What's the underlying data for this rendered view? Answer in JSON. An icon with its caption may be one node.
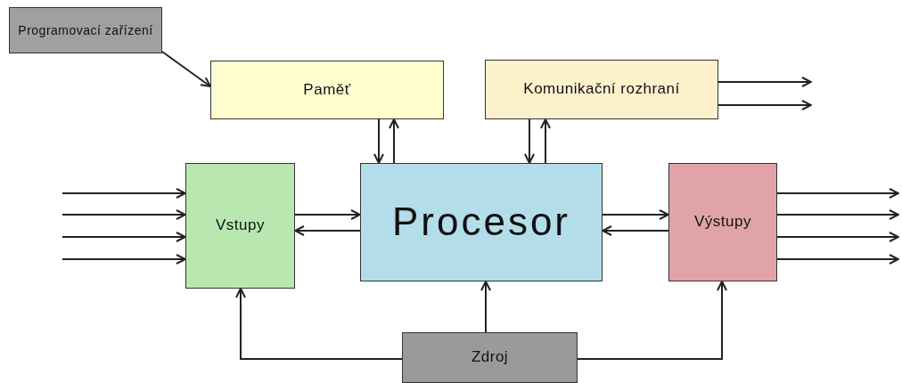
{
  "diagram": {
    "nodes": [
      {
        "text": [
          "Programovací zařízení"
        ]
      },
      {
        "text": [
          "Paměť"
        ]
      },
      {
        "text": [
          "Komunikační rozhraní"
        ]
      },
      {
        "text": [
          "Vstupy"
        ]
      },
      {
        "text": [
          "Procesor"
        ]
      },
      {
        "text": [
          "Výstupy"
        ]
      },
      {
        "text": [
          "Zdroj"
        ]
      }
    ],
    "edges": [
      {
        "from": 0,
        "to": 1,
        "arrow": "to"
      },
      {
        "from": 1,
        "to": 4,
        "arrow": "to"
      },
      {
        "from": 4,
        "to": 1,
        "arrow": "to"
      },
      {
        "from": 2,
        "to": 4,
        "arrow": "to"
      },
      {
        "from": 4,
        "to": 2,
        "arrow": "to"
      },
      {
        "from": 2,
        "to": null,
        "arrow": "to"
      },
      {
        "from": 2,
        "to": null,
        "arrow": "to"
      },
      {
        "from": null,
        "to": 3,
        "arrow": "to"
      },
      {
        "from": null,
        "to": 3,
        "arrow": "to"
      },
      {
        "from": null,
        "to": 3,
        "arrow": "to"
      },
      {
        "from": null,
        "to": 3,
        "arrow": "to"
      },
      {
        "from": 3,
        "to": 4,
        "arrow": "to"
      },
      {
        "from": 4,
        "to": 3,
        "arrow": "to"
      },
      {
        "from": 4,
        "to": 5,
        "arrow": "to"
      },
      {
        "from": 5,
        "to": 4,
        "arrow": "to"
      },
      {
        "from": 5,
        "to": null,
        "arrow": "to"
      },
      {
        "from": 5,
        "to": null,
        "arrow": "to"
      },
      {
        "from": 5,
        "to": null,
        "arrow": "to"
      },
      {
        "from": 5,
        "to": null,
        "arrow": "to"
      },
      {
        "from": 6,
        "to": 3,
        "arrow": "to"
      },
      {
        "from": 6,
        "to": 4,
        "arrow": "to"
      },
      {
        "from": 6,
        "to": 5,
        "arrow": "to"
      }
    ]
  }
}
